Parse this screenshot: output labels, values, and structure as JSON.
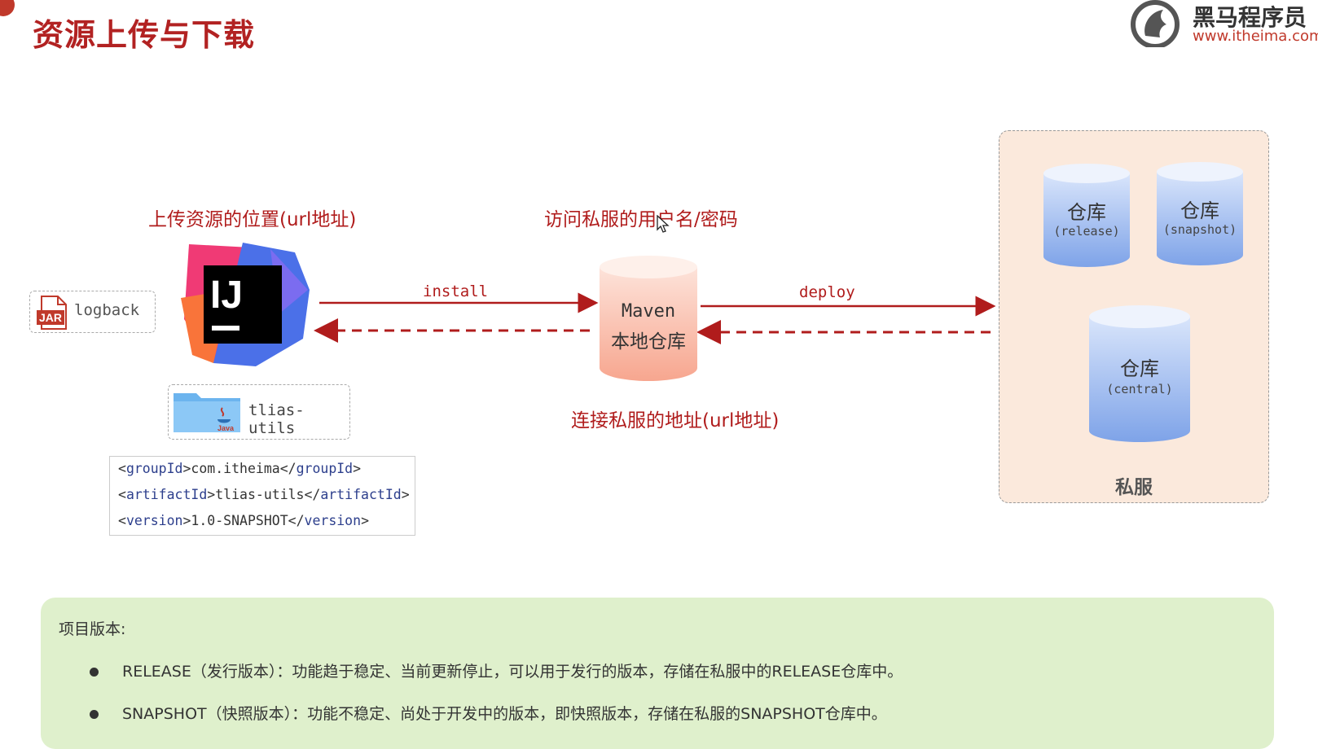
{
  "header": {
    "title": "资源上传与下载",
    "logo_name": "黑马程序员",
    "logo_url": "www.itheima.com"
  },
  "labels": {
    "upload_location": "上传资源的位置(url地址)",
    "credentials": "访问私服的用户名/密码",
    "connect_address": "连接私服的地址(url地址)",
    "install": "install",
    "deploy": "deploy"
  },
  "local": {
    "jar_badge": "JAR",
    "logback": "logback",
    "ide_letters": "IJ",
    "folder_badge": "Java",
    "folder_name": "tlias-utils",
    "maven_line1": "Maven",
    "maven_line2": "本地仓库"
  },
  "code": [
    {
      "open": "<",
      "tag": "groupId",
      "close": ">",
      "value": "com.itheima",
      "end_open": "</",
      "end_tag": "groupId",
      "end_close": ">"
    },
    {
      "open": "<",
      "tag": "artifactId",
      "close": ">",
      "value": "tlias-utils",
      "end_open": "</",
      "end_tag": "artifactId",
      "end_close": ">"
    },
    {
      "open": "<",
      "tag": "version",
      "close": ">",
      "value": "1.0-SNAPSHOT",
      "end_open": "</",
      "end_tag": "version",
      "end_close": ">"
    }
  ],
  "server": {
    "label": "私服",
    "repos": [
      {
        "name": "仓库",
        "type": "(release)"
      },
      {
        "name": "仓库",
        "type": "(snapshot)"
      },
      {
        "name": "仓库",
        "type": "(central)"
      }
    ]
  },
  "note": {
    "title": "项目版本:",
    "items": [
      "RELEASE（发行版本）：功能趋于稳定、当前更新停止，可以用于发行的版本，存储在私服中的RELEASE仓库中。",
      "SNAPSHOT（快照版本）：功能不稳定、尚处于开发中的版本，即快照版本，存储在私服的SNAPSHOT仓库中。"
    ]
  },
  "colors": {
    "title_red": "#b22222",
    "label_red": "#b01c1c",
    "arrow_red": "#b01c1c",
    "maven_cylinder": "#f9b9a6",
    "repo_cylinder": "#8fb0ec",
    "server_bg": "#fbe9dc",
    "note_bg": "#dff0cc"
  }
}
